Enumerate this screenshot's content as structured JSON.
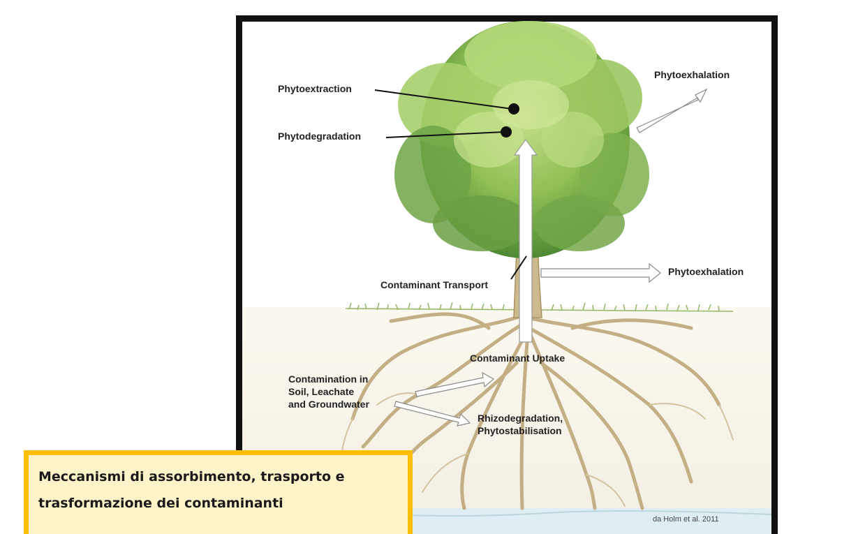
{
  "diagram": {
    "labels": {
      "phytoextraction": "Phytoextraction",
      "phytodegradation": "Phytodegradation",
      "phytoexhalation_top": "Phytoexhalation",
      "phytoexhalation_mid": "Phytoexhalation",
      "contaminant_transport": "Contaminant Transport",
      "contaminant_uptake": "Contaminant Uptake",
      "contamination_source": "Contamination in\nSoil, Leachate\nand Groundwater",
      "rhizodegradation": "Rhizodegradation,\nPhytostabilisation"
    },
    "credit": "da Holm et al. 2011"
  },
  "caption": {
    "text": "Meccanismi di assorbimento, trasporto e trasformazione dei contaminanti"
  },
  "colors": {
    "frame": "#111111",
    "caption_border": "#ffbf00",
    "caption_bg": "#fff3c9",
    "foliage": "#7fb04a",
    "trunk": "#c9b58a"
  }
}
